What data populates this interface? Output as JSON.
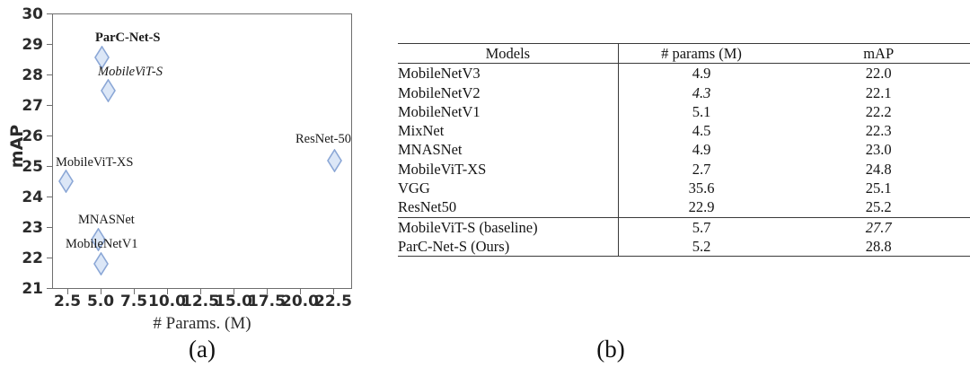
{
  "figure_a": {
    "caption": "(a)",
    "xlabel": "# Params. (M)",
    "ylabel": "mAP",
    "xticks": [
      "2.5",
      "5.0",
      "7.5",
      "10.0",
      "12.5",
      "15.0",
      "17.5",
      "20.0",
      "22.5"
    ],
    "yticks": [
      "30",
      "29",
      "28",
      "27",
      "26",
      "25",
      "24",
      "23",
      "22",
      "21"
    ]
  },
  "figure_b": {
    "caption": "(b)",
    "columns": [
      "Models",
      "# params (M)",
      "mAP"
    ],
    "rows": [
      {
        "model": "MobileNetV3",
        "params": "4.9",
        "params_style": "normal",
        "map": "22.0",
        "map_style": "normal"
      },
      {
        "model": "MobileNetV2",
        "params": "4.3",
        "params_style": "italic",
        "map": "22.1",
        "map_style": "normal"
      },
      {
        "model": "MobileNetV1",
        "params": "5.1",
        "params_style": "normal",
        "map": "22.2",
        "map_style": "normal"
      },
      {
        "model": "MixNet",
        "params": "4.5",
        "params_style": "normal",
        "map": "22.3",
        "map_style": "normal"
      },
      {
        "model": "MNASNet",
        "params": "4.9",
        "params_style": "normal",
        "map": "23.0",
        "map_style": "normal"
      },
      {
        "model": "MobileViT-XS",
        "params": "2.7",
        "params_style": "bold",
        "map": "24.8",
        "map_style": "normal"
      },
      {
        "model": "VGG",
        "params": "35.6",
        "params_style": "normal",
        "map": "25.1",
        "map_style": "normal"
      },
      {
        "model": "ResNet50",
        "params": "22.9",
        "params_style": "normal",
        "map": "25.2",
        "map_style": "normal"
      },
      {
        "model": "MobileViT-S (baseline)",
        "params": "5.7",
        "params_style": "normal",
        "map": "27.7",
        "map_style": "italic"
      },
      {
        "model": "ParC-Net-S (Ours)",
        "params": "5.2",
        "params_style": "normal",
        "map": "28.8",
        "map_style": "bold"
      }
    ]
  },
  "chart_data": {
    "type": "scatter",
    "title": "",
    "xlabel": "# Params. (M)",
    "ylabel": "mAP",
    "xlim": [
      1.4,
      24.0
    ],
    "ylim": [
      21,
      30
    ],
    "xticks": [
      2.5,
      5.0,
      7.5,
      10.0,
      12.5,
      15.0,
      17.5,
      20.0,
      22.5
    ],
    "yticks": [
      21,
      22,
      23,
      24,
      25,
      26,
      27,
      28,
      29,
      30
    ],
    "grid": false,
    "legend": "none",
    "marker": "diamond",
    "marker_fill": "#dce7f7",
    "marker_edge": "#8ba7d6",
    "points": [
      {
        "label": "ParC-Net-S",
        "x": 5.2,
        "y": 28.8,
        "label_style": "bold",
        "label_pos": "above"
      },
      {
        "label": "MobileViT-S",
        "x": 5.7,
        "y": 27.7,
        "label_style": "italic",
        "label_pos": "above"
      },
      {
        "label": "ResNet-50",
        "x": 22.9,
        "y": 25.4,
        "label_style": "normal",
        "label_pos": "above-left"
      },
      {
        "label": "MobileViT-XS",
        "x": 2.7,
        "y": 24.8,
        "label_style": "normal",
        "label_pos": "above-right"
      },
      {
        "label": "MNASNet",
        "x": 4.9,
        "y": 23.0,
        "label_style": "normal",
        "label_pos": "above"
      },
      {
        "label": "MobileNetV1",
        "x": 5.1,
        "y": 22.2,
        "label_style": "normal",
        "label_pos": "above"
      }
    ]
  }
}
